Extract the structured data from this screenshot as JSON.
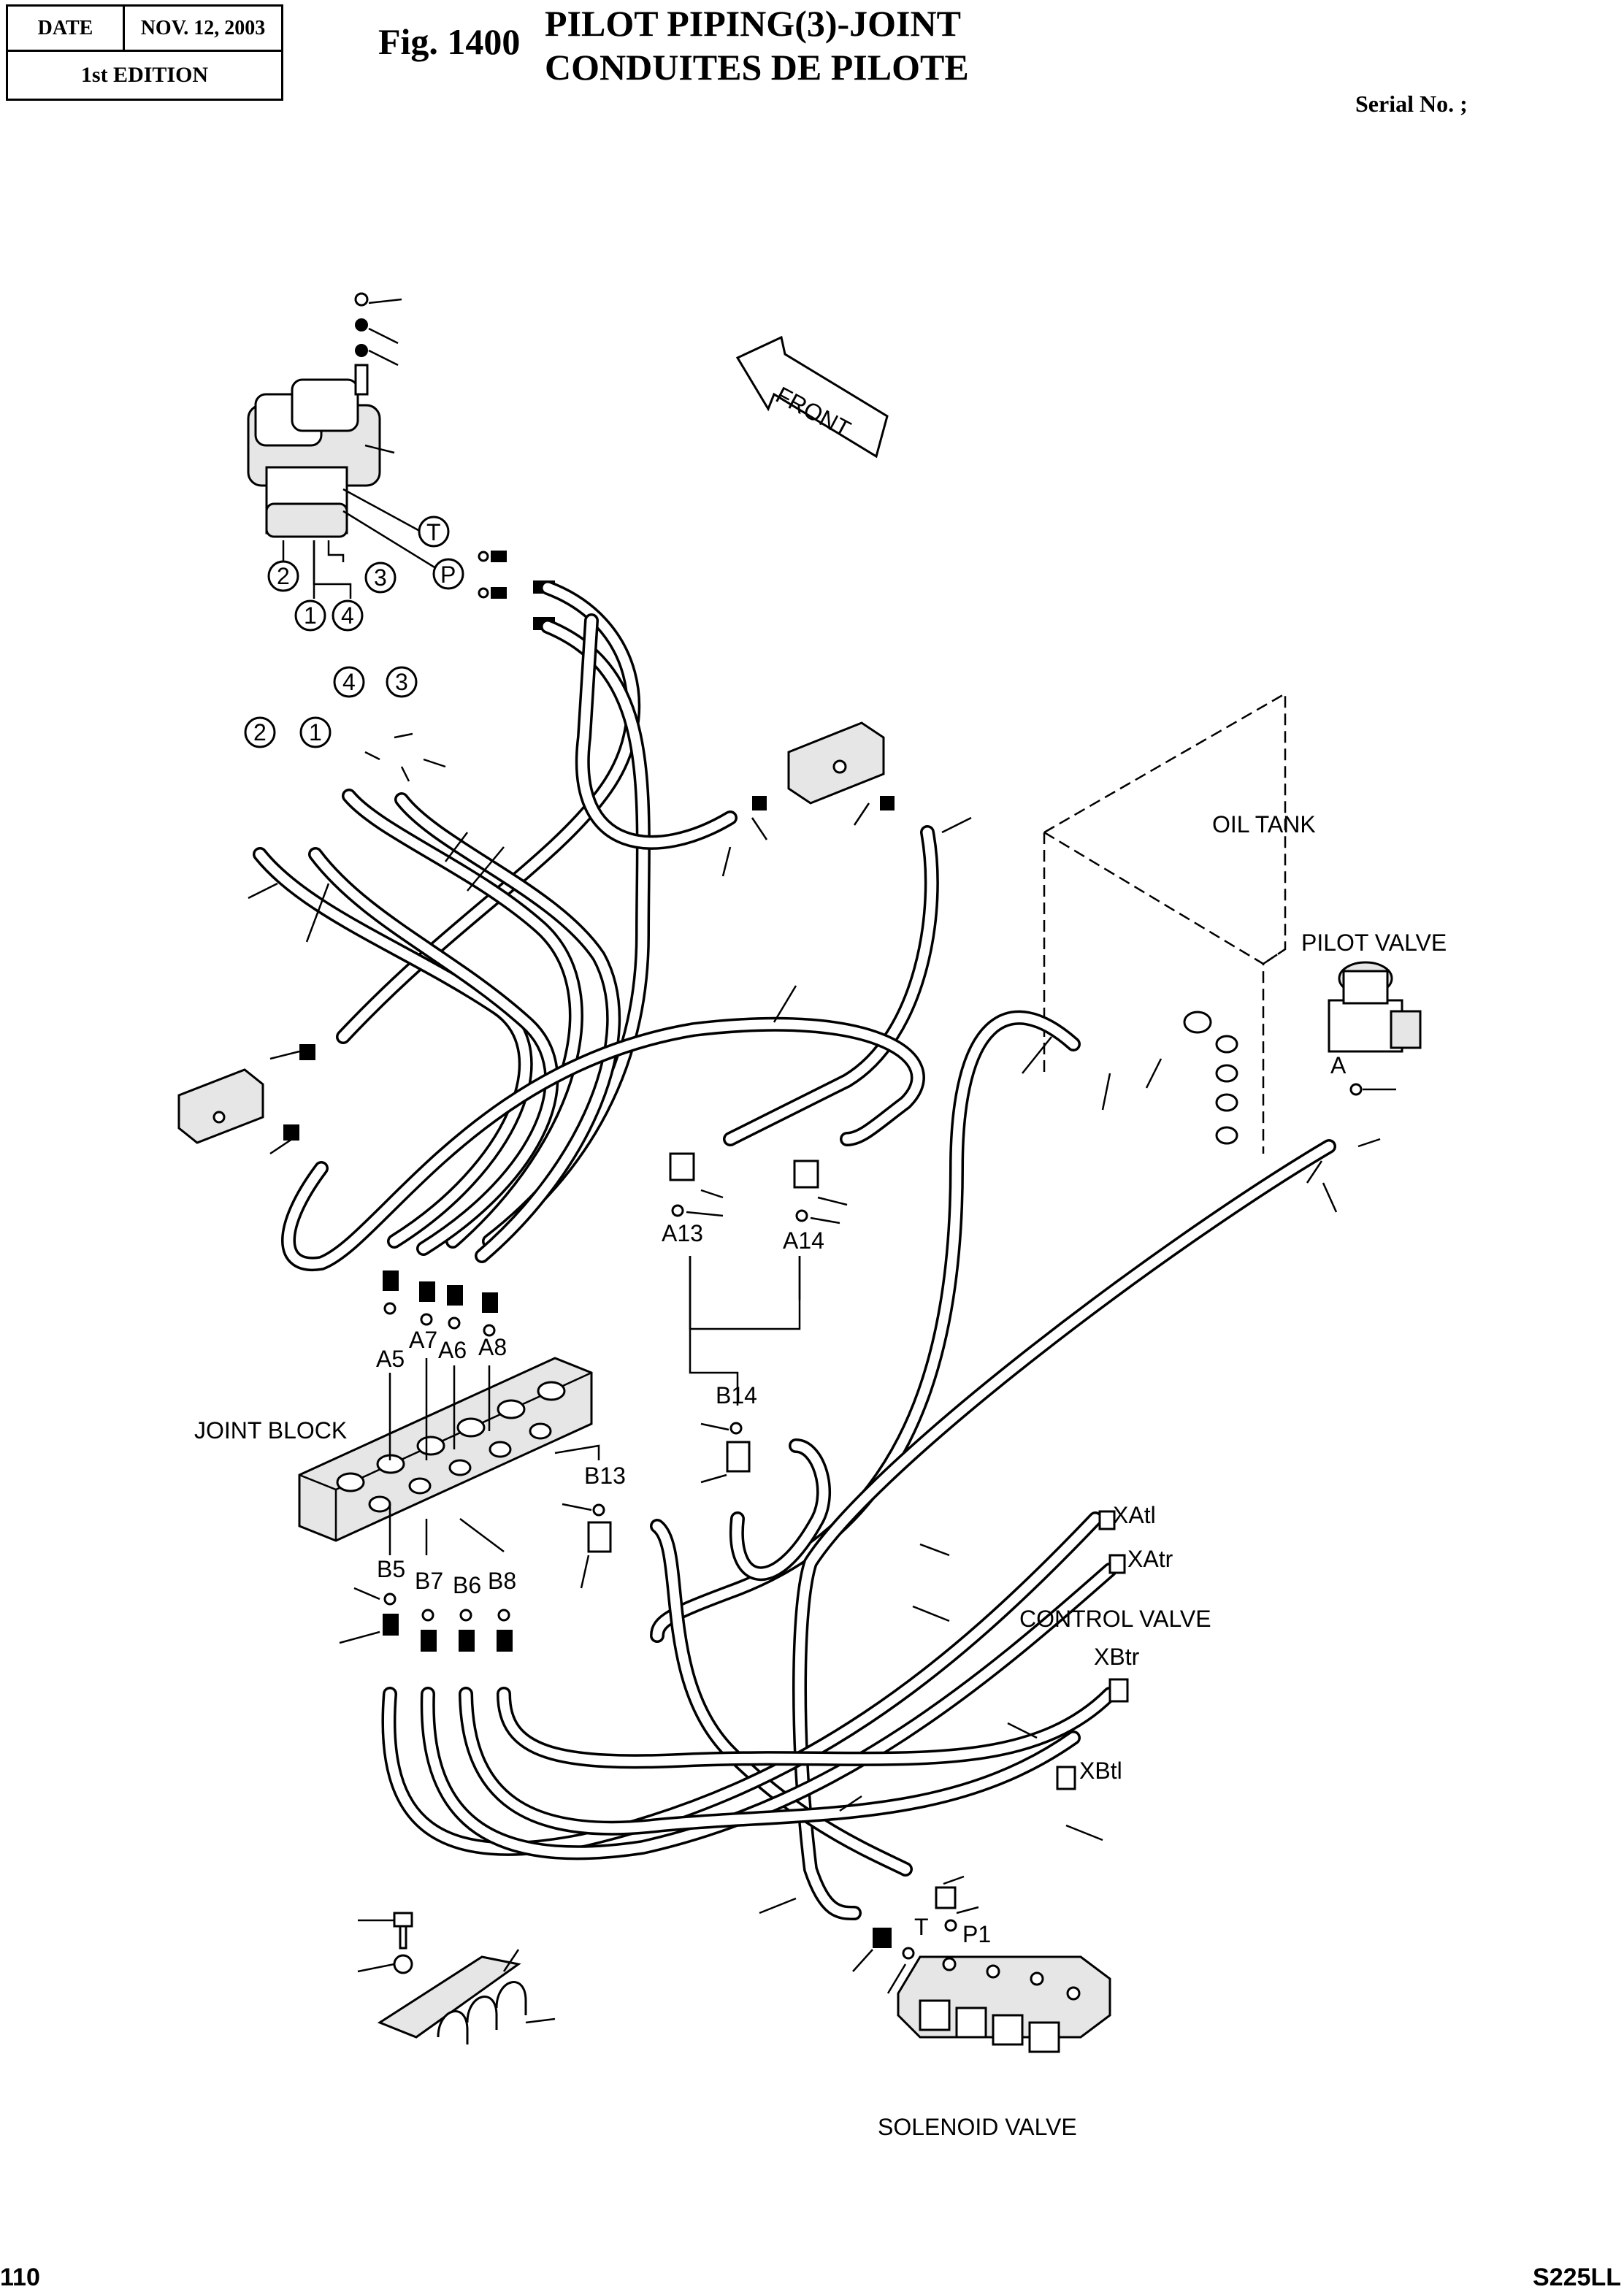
{
  "header": {
    "date_label": "DATE",
    "date_value": "NOV. 12, 2003",
    "edition": "1st EDITION",
    "fig_number": "Fig. 1400",
    "title_line1": "PILOT PIPING(3)-JOINT",
    "title_line2": "CONDUITES DE PILOTE",
    "serial": "Serial No. ;"
  },
  "footer": {
    "page_number": "110",
    "model": "S225LL"
  },
  "diagram": {
    "front_label": "FRONT",
    "component_labels": {
      "oil_tank": "OIL TANK",
      "pilot_valve": "PILOT VALVE",
      "joint_block": "JOINT BLOCK",
      "control_valve": "CONTROL VALVE",
      "solenoid_valve": "SOLENOID VALVE"
    },
    "circled_markers": {
      "T": "T",
      "P": "P",
      "n1": "1",
      "n2": "2",
      "n3": "3",
      "n4": "4"
    },
    "port_labels": {
      "A": "A",
      "A5": "A5",
      "A6": "A6",
      "A7": "A7",
      "A8": "A8",
      "A13": "A13",
      "A14": "A14",
      "B5": "B5",
      "B6": "B6",
      "B7": "B7",
      "B8": "B8",
      "B13": "B13",
      "B14": "B14",
      "XAtl": "XAtl",
      "XAtr": "XAtr",
      "XBtr": "XBtr",
      "XBtl": "XBtl",
      "T": "T",
      "P1": "P1"
    }
  }
}
